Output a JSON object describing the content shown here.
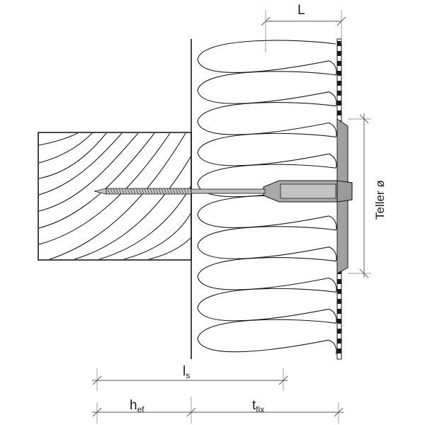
{
  "labels": {
    "L": "L",
    "ls_main": "l",
    "ls_sub": "s",
    "hef_main": "h",
    "hef_sub": "ef",
    "tfix_main": "t",
    "tfix_sub": "fix",
    "teller": "Teller ø"
  },
  "colors": {
    "line": "#1a1a1a",
    "fastener_fill": "#9a9a9a",
    "fastener_dark": "#6e6e6e",
    "dimension": "#555555"
  }
}
